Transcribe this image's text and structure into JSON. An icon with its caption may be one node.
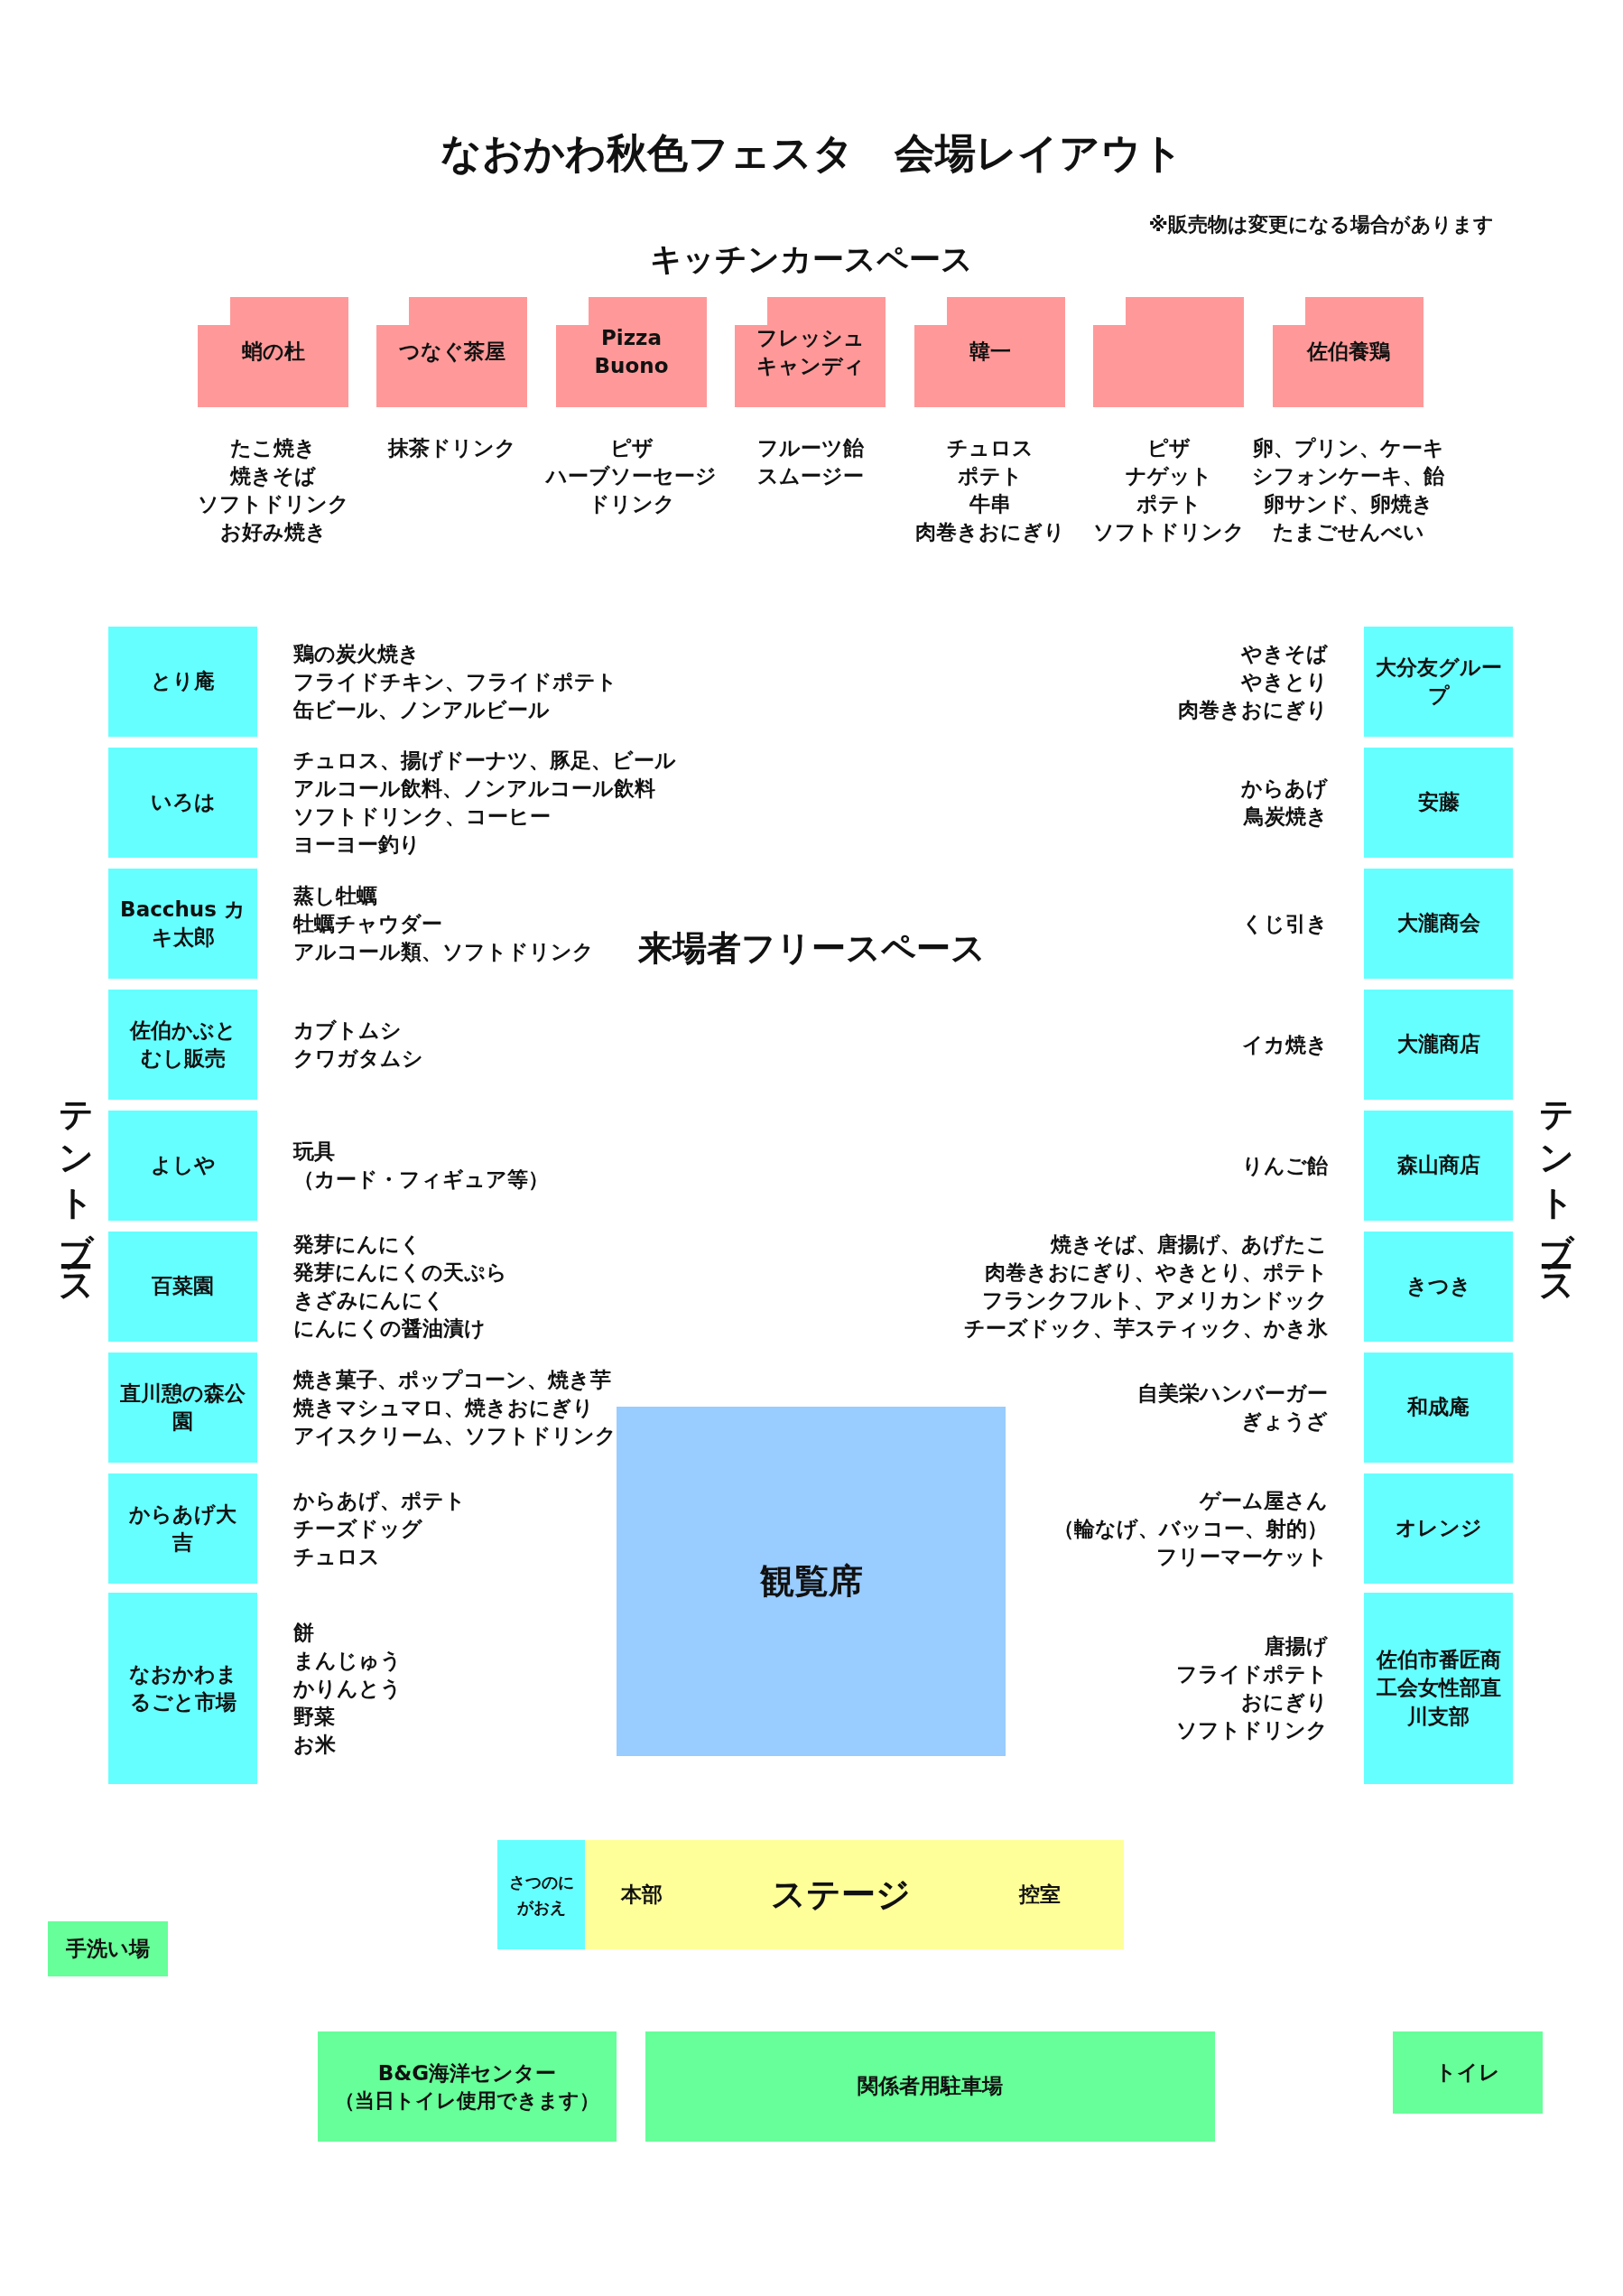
{
  "diagram": {
    "title": "なおかわ秋色フェスタ　会場レイアウト",
    "nodes": [
      {
        "text": [
          "蛸の杜"
        ],
        "beside": [
          "たこ焼き",
          "焼きそば",
          "ソフトドリンク",
          "お好み焼き"
        ]
      },
      {
        "text": [
          "つなぐ茶屋"
        ],
        "beside": [
          "抹茶ドリンク"
        ]
      },
      {
        "text": [
          "Pizza Buono"
        ],
        "beside": [
          "ピザ",
          "ハーブソーセージ",
          "ドリンク"
        ]
      },
      {
        "text": [
          "フレッシュキャンディ"
        ],
        "beside": [
          "フルーツ飴",
          "スムージー"
        ]
      },
      {
        "text": [
          "韓一"
        ],
        "beside": [
          "チュロス",
          "ポテト",
          "牛串",
          "肉巻きおにぎり"
        ]
      },
      {
        "text": [],
        "shape": "box",
        "beside": [
          "ピザ",
          "ナゲット",
          "ポテト",
          "ソフトドリンク"
        ]
      },
      {
        "text": [
          "佐伯養鶏"
        ],
        "beside": [
          "卵、プリン、ケーキ",
          "シフォンケーキ、飴",
          "卵サンド、卵焼き",
          "たまごせんべい"
        ]
      },
      {
        "text": [
          "とり庵"
        ],
        "beside": [
          "鶏の炭火焼き",
          "フライドチキン、フライドポテト",
          "缶ビール、ノンアルビール"
        ]
      },
      {
        "text": [
          "いろは"
        ],
        "beside": [
          "チュロス、揚げドーナツ、豚足、ビール",
          "アルコール飲料、ノンアルコール飲料",
          "ソフトドリンク、コーヒー",
          "ヨーヨー釣り"
        ]
      },
      {
        "text": [
          "Bacchus カキ太郎"
        ],
        "beside": [
          "蒸し牡蠣",
          "牡蠣チャウダー",
          "アルコール類、ソフトドリンク"
        ]
      },
      {
        "text": [
          "佐伯かぶとむし販売"
        ],
        "beside": [
          "カブトムシ",
          "クワガタムシ"
        ]
      },
      {
        "text": [
          "よしや"
        ],
        "beside": [
          "玩具",
          "（カード・フィギュア等）"
        ]
      },
      {
        "text": [
          "百菜園"
        ],
        "beside": [
          "発芽にんにく",
          "発芽にんにくの天ぷら",
          "きざみにんにく",
          "にんにくの醤油漬け"
        ]
      },
      {
        "text": [
          "直川憩の森公園"
        ],
        "beside": [
          "焼き菓子、ポップコーン、焼き芋",
          "焼きマシュマロ、焼きおにぎり",
          "アイスクリーム、ソフトドリンク"
        ]
      },
      {
        "text": [
          "からあげ大吉"
        ],
        "beside": [
          "からあげ、ポテト",
          "チーズドッグ",
          "チュロス"
        ]
      },
      {
        "text": [
          "なおかわまるごと市場"
        ],
        "beside": [
          "餅",
          "まんじゅう",
          "かりんとう",
          "野菜",
          "お米"
        ]
      },
      {
        "text": [
          "大分友グループ"
        ],
        "beside": [
          "やきそば",
          "やきとり",
          "肉巻きおにぎり"
        ]
      },
      {
        "text": [
          "安藤"
        ],
        "beside": [
          "からあげ",
          "鳥炭焼き"
        ]
      },
      {
        "text": [
          "大瀧商会"
        ],
        "beside": [
          "くじ引き"
        ]
      },
      {
        "text": [
          "大瀧商店"
        ],
        "beside": [
          "イカ焼き"
        ]
      },
      {
        "text": [
          "森山商店"
        ],
        "beside": [
          "りんご飴"
        ]
      },
      {
        "text": [
          "きつき"
        ],
        "beside": [
          "焼きそば、唐揚げ、あげたこ",
          "肉巻きおにぎり、やきとり、ポテト",
          "フランクフルト、アメリカンドック",
          "チーズドック、芋スティック、かき氷"
        ]
      },
      {
        "text": [
          "和成庵"
        ],
        "beside": [
          "自美栄ハンバーガー",
          "ぎょうざ"
        ]
      },
      {
        "text": [
          "オレンジ"
        ],
        "beside": [
          "ゲーム屋さん",
          "（輪なげ、バッコー、射的）",
          "フリーマーケット"
        ]
      },
      {
        "text": [
          "佐伯市番匠商工会女性部直川支部"
        ],
        "beside": [
          "唐揚げ",
          "フライドポテト",
          "おにぎり",
          "ソフトドリンク"
        ]
      },
      {
        "text": [
          "観覧席"
        ]
      },
      {
        "text": [
          "さつのにがおえ"
        ]
      },
      {
        "text": [
          "本部",
          "ステージ",
          "控室"
        ]
      },
      {
        "text": [
          "手洗い場"
        ]
      },
      {
        "text": [
          "B&G海洋センター",
          "（当日トイレ使用できます）"
        ]
      },
      {
        "text": [
          "関係者用駐車場"
        ]
      },
      {
        "text": [
          "トイレ"
        ]
      }
    ],
    "labels": [
      "※販売物は変更になる場合があります",
      "キッチンカースペース",
      "テントブース",
      "来場者フリースペース",
      "テントブース"
    ]
  }
}
